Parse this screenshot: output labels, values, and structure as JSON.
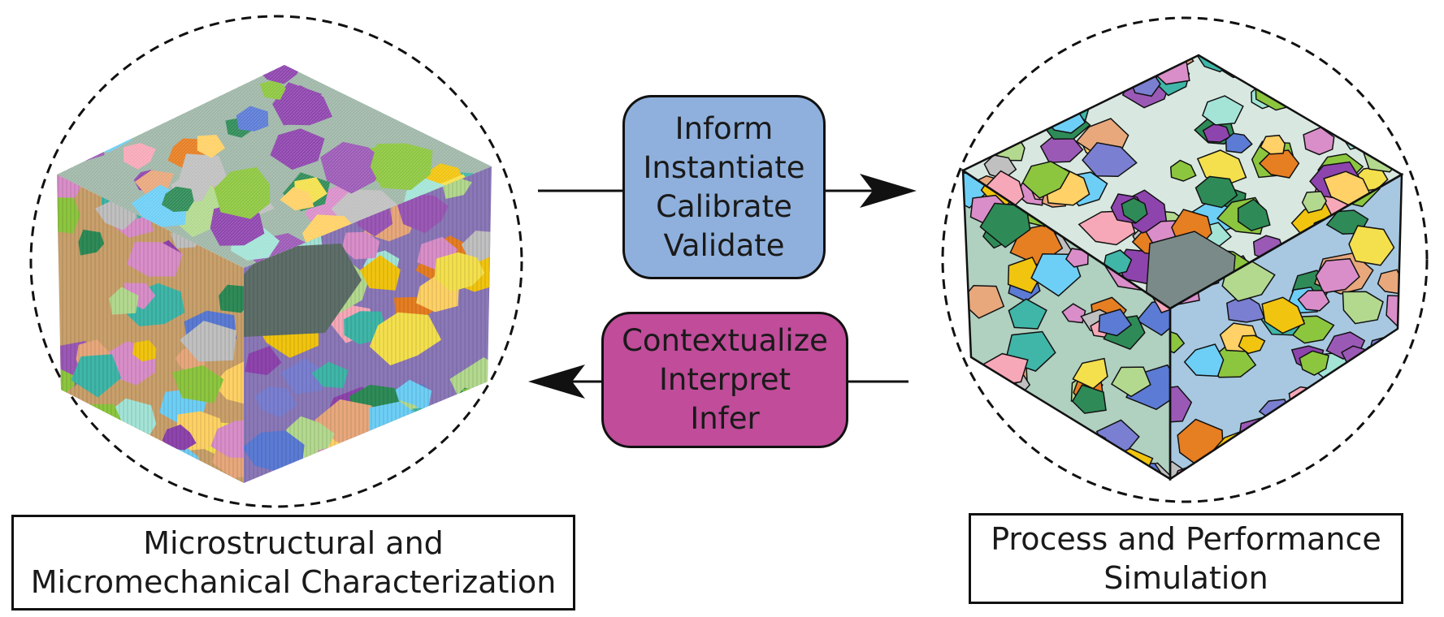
{
  "forward_box": {
    "lines": [
      "Inform",
      "Instantiate",
      "Calibrate",
      "Validate"
    ],
    "fill": "#8fb0dc"
  },
  "backward_box": {
    "lines": [
      "Contextualize",
      "Interpret",
      "Infer"
    ],
    "fill": "#c04c9a"
  },
  "characterization_label": {
    "lines": [
      "Microstructural and",
      "Micromechanical Characterization"
    ]
  },
  "simulation_label": {
    "lines": [
      "Process and Performance",
      "Simulation"
    ]
  },
  "colors": {
    "grain_palette": [
      "#8cc63f",
      "#f4e04d",
      "#9b59b6",
      "#e67e22",
      "#3fb6a8",
      "#f7a8b8",
      "#5b7bd5",
      "#2e8b57",
      "#ffd166",
      "#c0c0c0",
      "#6ecff6",
      "#b3d98f",
      "#e8a87c",
      "#7a7fd1",
      "#a3e4d7",
      "#d98ec9",
      "#8e44ad",
      "#f1c40f"
    ],
    "voxel_cube_top_dark": "#5e6e68",
    "mesh_cube_top_center": "#7a8a88"
  }
}
